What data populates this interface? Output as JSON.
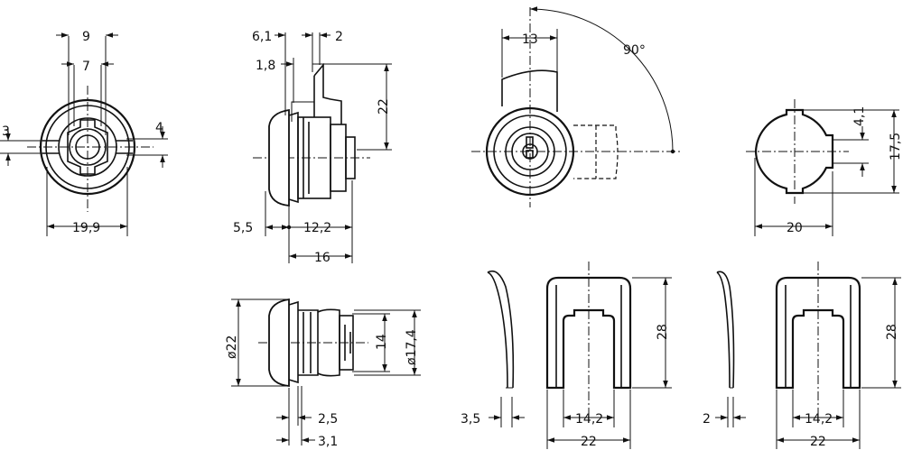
{
  "dimensions": {
    "front_top_outer": "9",
    "front_top_inner": "7",
    "front_left": "3",
    "front_right": "4",
    "front_bottom": "19,9",
    "side_top_a": "6,1",
    "side_top_b": "2",
    "side_left_small": "1,8",
    "side_height": "22",
    "side_bottom_a": "5,5",
    "side_bottom_b": "12,2",
    "side_bottom_total": "16",
    "lock_width": "13",
    "lock_angle": "90°",
    "cam_height_small": "4,1",
    "cam_height_total": "17,5",
    "cam_width": "20",
    "section_dia_outer": "ø22",
    "section_inner": "14",
    "section_dia_body": "ø17,4",
    "section_bottom_a": "2,5",
    "section_bottom_b": "3,1",
    "clip1_thickness": "3,5",
    "clip1_height": "28",
    "clip1_inner": "14,2",
    "clip1_width": "22",
    "clip2_thickness": "2",
    "clip2_height": "28",
    "clip2_inner": "14,2",
    "clip2_width": "22"
  }
}
